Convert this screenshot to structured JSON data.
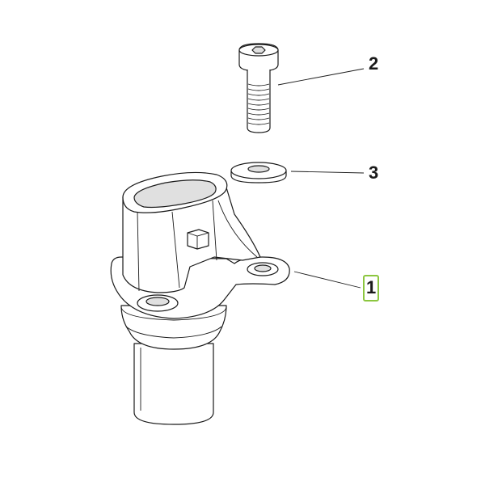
{
  "callouts": {
    "sensor": "1",
    "bolt": "2",
    "washer": "3"
  },
  "highlight": {
    "selected_callout": "1",
    "color": "#8cc63f"
  },
  "colors": {
    "line": "#1a1a1a",
    "shade": "#e0e0e0",
    "background": "#ffffff"
  }
}
